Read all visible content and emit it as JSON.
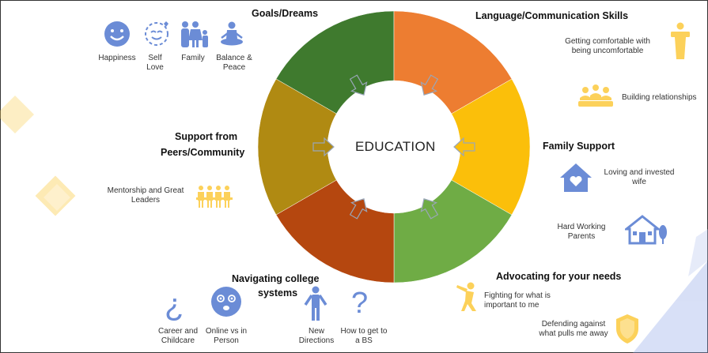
{
  "center": "EDUCATION",
  "segments": [
    {
      "label": "Goals/Dreams",
      "color": "#3f7a2e"
    },
    {
      "label": "Language/Communication Skills",
      "color": "#ed7d31"
    },
    {
      "label": "Family Support",
      "color": "#fbbf0a"
    },
    {
      "label": "Advocating for your needs",
      "color": "#6fac45"
    },
    {
      "label": "Navigating college systems",
      "color": "#b5470f"
    },
    {
      "label": "Support from Peers/Community",
      "color": "#b08a12"
    }
  ],
  "goals": {
    "heading": "Goals/Dreams",
    "items": [
      "Happiness",
      "Self Love",
      "Family",
      "Balance & Peace"
    ]
  },
  "language": {
    "heading": "Language/Communication Skills",
    "items": [
      "Getting comfortable with being uncomfortable",
      "Building relationships"
    ]
  },
  "family": {
    "heading": "Family Support",
    "items": [
      "Loving and invested wife",
      "Hard Working Parents"
    ]
  },
  "advocating": {
    "heading": "Advocating for your needs",
    "items": [
      "Fighting for what is important to me",
      "Defending against what pulls me away"
    ]
  },
  "navigating": {
    "heading_line1": "Navigating college",
    "heading_line2": "systems",
    "items": [
      "Career and Childcare",
      "Online vs in Person",
      "New Directions",
      "How to get to a BS"
    ]
  },
  "peers": {
    "heading_line1": "Support from",
    "heading_line2": "Peers/Community",
    "items": [
      "Mentorship and Great Leaders"
    ]
  }
}
